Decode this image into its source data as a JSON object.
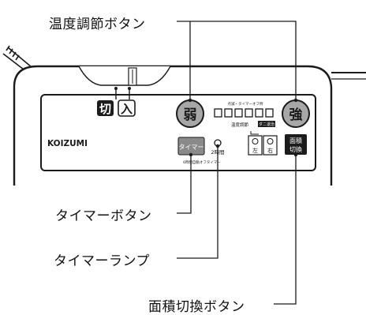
{
  "callouts": {
    "temp_button": "温度調節ボタン",
    "timer_button": "タイマーボタン",
    "timer_lamp": "タイマーランプ",
    "area_switch_button": "面積切換ボタン"
  },
  "panel": {
    "off_label": "切",
    "on_label": "入",
    "brand": "KOIZUMI",
    "weak_button": "弱",
    "strong_button": "強",
    "indicator_header": "点滅・タイマーオフ時",
    "temp_control_label": "温度調節",
    "area_tag": "ダニ退治",
    "timer_button": "タイマー",
    "timer_lamp_label": "2時間",
    "timer_note": "6時間自動オフタイマー",
    "area_title_line1": "面積",
    "area_title_line2": "切換",
    "left_label": "左",
    "right_label": "右"
  },
  "colors": {
    "panel_fill": "#ffffff",
    "outline": "#1a1a1a",
    "button_gray": "#a7a7a7",
    "timer_button_gray": "#8a8a8a",
    "dark_fill": "#1c1c1c"
  }
}
